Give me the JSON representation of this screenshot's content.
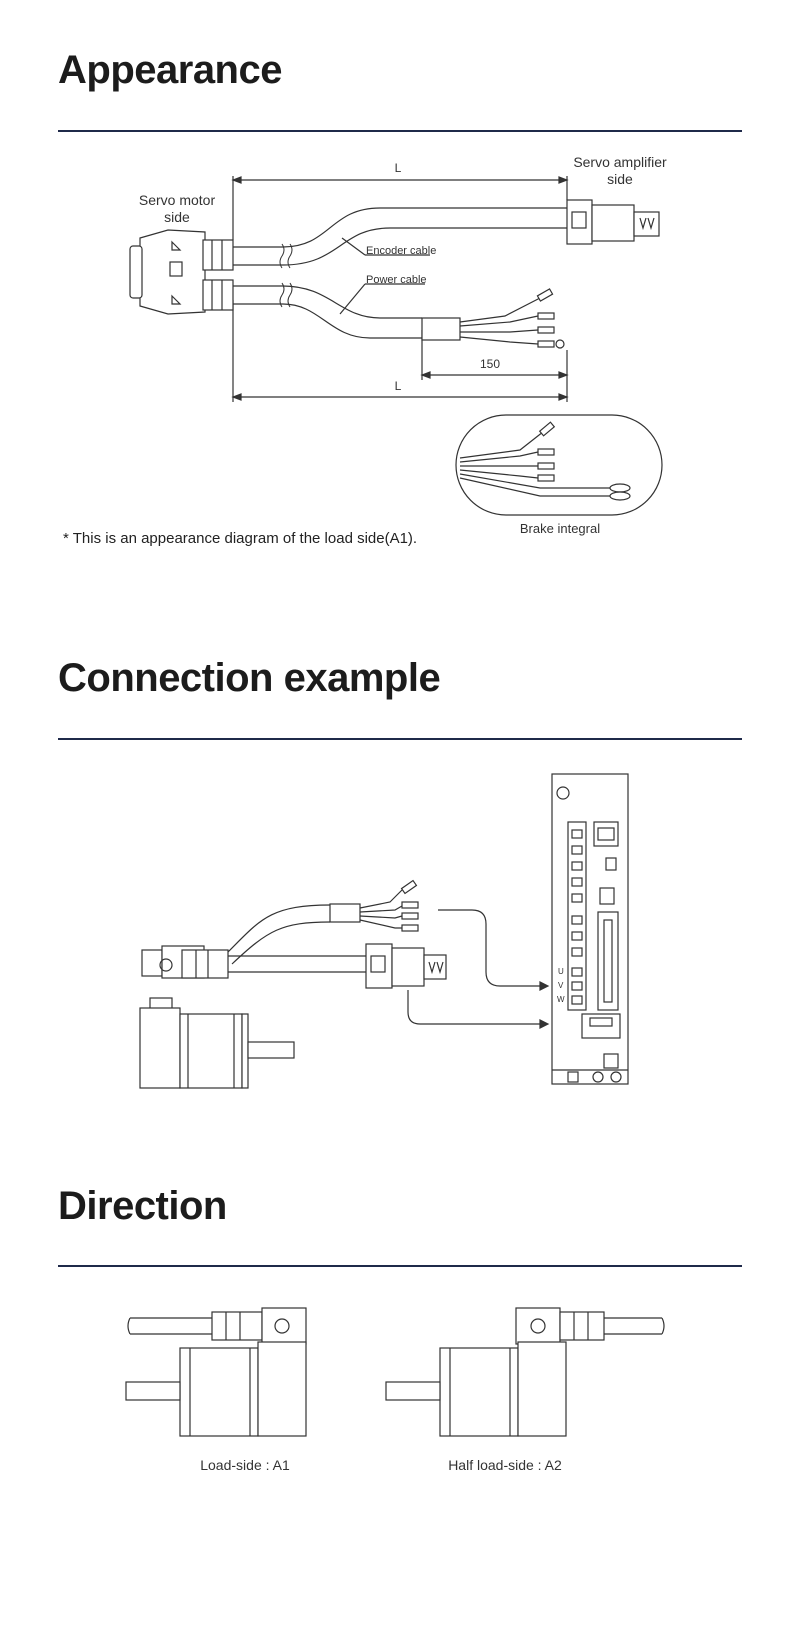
{
  "sections": {
    "appearance": {
      "title": "Appearance",
      "labels": {
        "dimension_top": "L",
        "dimension_bottom": "L",
        "dimension_wire": "150",
        "servo_amplifier_side_1": "Servo amplifier",
        "servo_amplifier_side_2": "side",
        "servo_motor_side_1": "Servo motor",
        "servo_motor_side_2": "side",
        "encoder_cable": "Encoder cable",
        "power_cable": "Power cable",
        "brake_integral": "Brake integral"
      },
      "note": "* This is an appearance diagram of the load side(A1)."
    },
    "connection": {
      "title": "Connection example",
      "terminal_labels": [
        "U",
        "V",
        "W"
      ]
    },
    "direction": {
      "title": "Direction",
      "captions": [
        "Load-side : A1",
        "Half load-side : A2"
      ]
    }
  },
  "colors": {
    "rule": "#1f2a4a",
    "line": "#333333"
  }
}
